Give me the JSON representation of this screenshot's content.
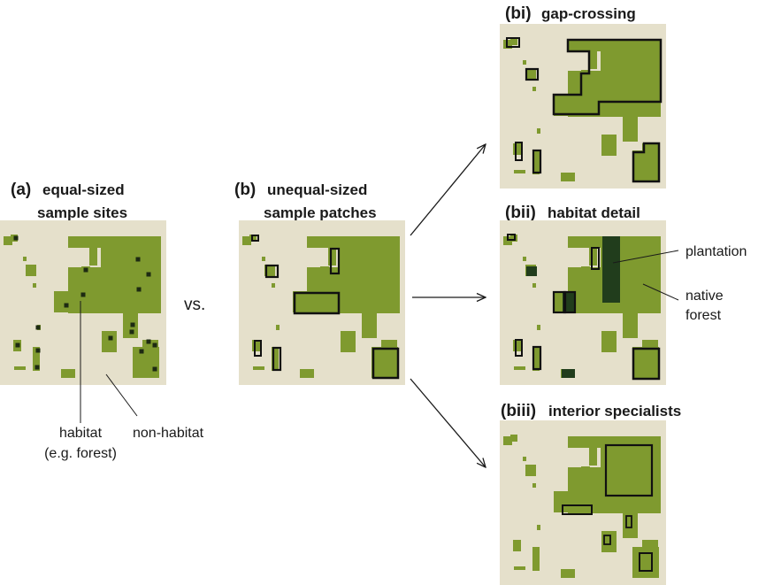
{
  "colors": {
    "background": "#e5e0cb",
    "habitat": "#7f9a2f",
    "plantation": "#213d1c",
    "outline": "#111111",
    "site_marker": "#1d2a12"
  },
  "panels": {
    "a": {
      "letter": "(a)",
      "title_line1": "equal-sized",
      "title_line2": "sample sites"
    },
    "b": {
      "letter": "(b)",
      "title_line1": "unequal-sized",
      "title_line2": "sample patches"
    },
    "bi": {
      "letter": "(bi)",
      "title": "gap-crossing"
    },
    "bii": {
      "letter": "(bii)",
      "title": "habitat detail"
    },
    "biii": {
      "letter": "(biii)",
      "title": "interior specialists"
    }
  },
  "versus": "vs.",
  "labels": {
    "habitat_line1": "habitat",
    "habitat_line2": "(e.g. forest)",
    "non_habitat": "non-habitat",
    "plantation": "plantation",
    "native_line1": "native",
    "native_line2": "forest"
  }
}
